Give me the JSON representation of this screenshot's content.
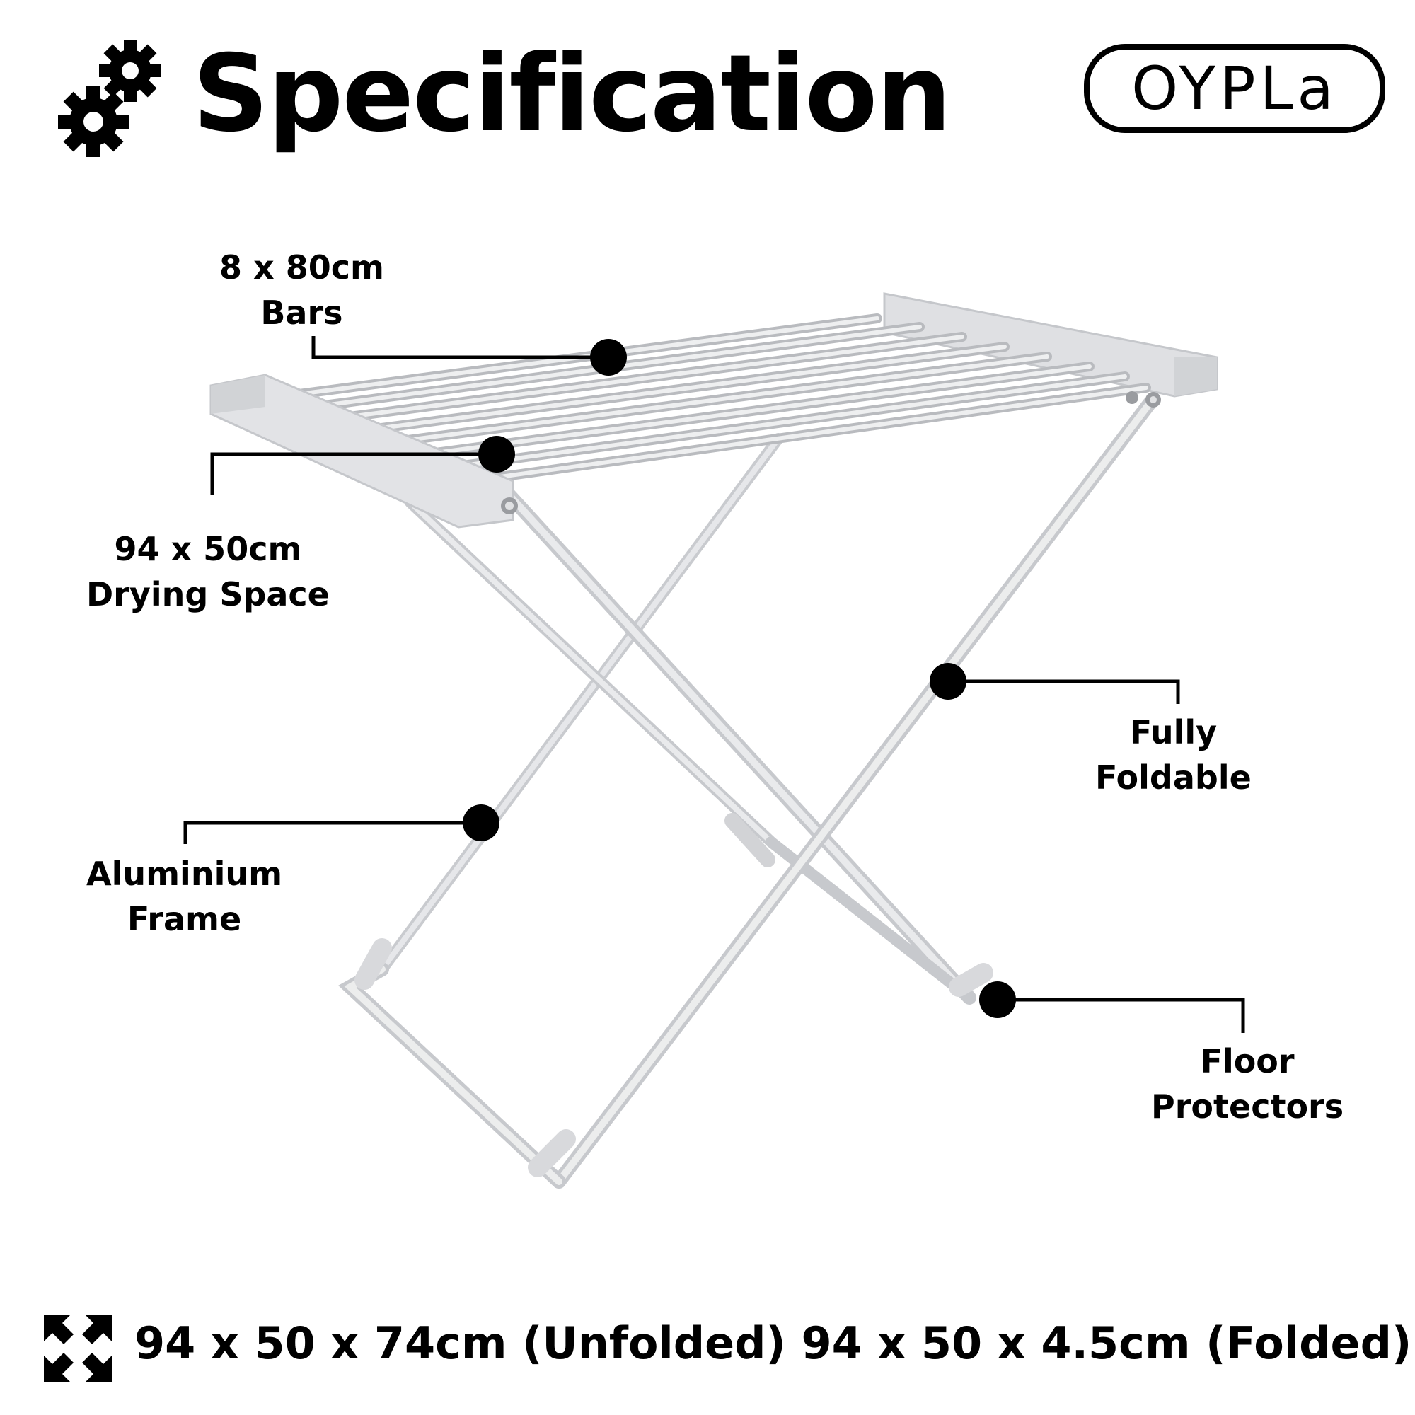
{
  "header": {
    "title": "Specification",
    "icon": "gears-icon",
    "logo_text": "OYPLa"
  },
  "callouts": {
    "bars": {
      "line1": "8 x 80cm",
      "line2": "Bars"
    },
    "drying_space": {
      "line1": "94 x 50cm",
      "line2": "Drying Space"
    },
    "fully_foldable": {
      "line1": "Fully",
      "line2": "Foldable"
    },
    "aluminium_frame": {
      "line1": "Aluminium",
      "line2": "Frame"
    },
    "floor_protectors": {
      "line1": "Floor",
      "line2": "Protectors"
    }
  },
  "footer": {
    "icon": "expand-arrows-icon",
    "dimensions": "94 x 50 x 74cm (Unfolded) 94 x 50 x 4.5cm (Folded)"
  },
  "colors": {
    "text": "#000000",
    "rack_frame": "#dcdde0",
    "rack_shadow": "#b9bbbf",
    "background": "#ffffff"
  }
}
